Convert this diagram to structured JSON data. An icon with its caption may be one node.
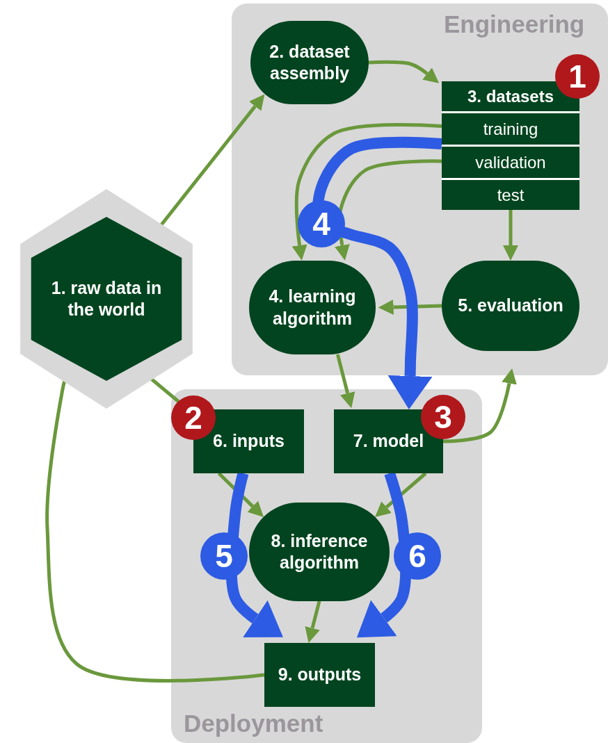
{
  "diagram": {
    "nodes": [
      {
        "text": [
          "Engineering"
        ]
      },
      {
        "text": [
          "Deployment"
        ]
      },
      {
        "text": [
          "1. raw data in the world"
        ]
      },
      {
        "text": [
          "2. dataset assembly"
        ],
        "in": 0
      },
      {
        "text": [
          "3. datasets"
        ],
        "in": 0
      },
      {
        "text": [
          "training"
        ],
        "in": 4
      },
      {
        "text": [
          "validation"
        ],
        "in": 4
      },
      {
        "text": [
          "test"
        ],
        "in": 4
      },
      {
        "text": [
          "4. learning algorithm"
        ],
        "in": 0
      },
      {
        "text": [
          "5. evaluation"
        ],
        "in": 0
      },
      {
        "text": [
          "6. inputs"
        ],
        "in": 1
      },
      {
        "text": [
          "7. model"
        ],
        "in": 1
      },
      {
        "text": [
          "8. inference algorithm"
        ],
        "in": 1
      },
      {
        "text": [
          "9. outputs"
        ],
        "in": 1
      }
    ],
    "edges": [
      {
        "from": 2,
        "to": 3,
        "arrow": "to"
      },
      {
        "from": 3,
        "to": 4,
        "arrow": "to"
      },
      {
        "from": 5,
        "to": 8,
        "arrow": "to"
      },
      {
        "from": 6,
        "to": 8,
        "arrow": "to"
      },
      {
        "from": 7,
        "to": 9,
        "arrow": "to"
      },
      {
        "from": 9,
        "to": 8,
        "arrow": "to"
      },
      {
        "from": 8,
        "to": 11,
        "arrow": "to"
      },
      {
        "from": 11,
        "to": 9,
        "arrow": "to"
      },
      {
        "from": 2,
        "to": 10,
        "arrow": "none"
      },
      {
        "from": 10,
        "to": 12,
        "arrow": "to"
      },
      {
        "from": 11,
        "to": 12,
        "arrow": "to"
      },
      {
        "from": 12,
        "to": 13,
        "arrow": "to"
      },
      {
        "from": 13,
        "to": 2,
        "arrow": "to"
      },
      {
        "from": 5,
        "to": 11,
        "arrow": "to",
        "label": "4",
        "style": "thick",
        "color": "#2d5be3"
      },
      {
        "from": 10,
        "to": 13,
        "arrow": "to",
        "label": "5",
        "style": "thick",
        "color": "#2d5be3"
      },
      {
        "from": 11,
        "to": 13,
        "arrow": "to",
        "label": "6",
        "style": "thick",
        "color": "#2d5be3"
      }
    ],
    "labels": [
      "1",
      "2",
      "3"
    ]
  }
}
